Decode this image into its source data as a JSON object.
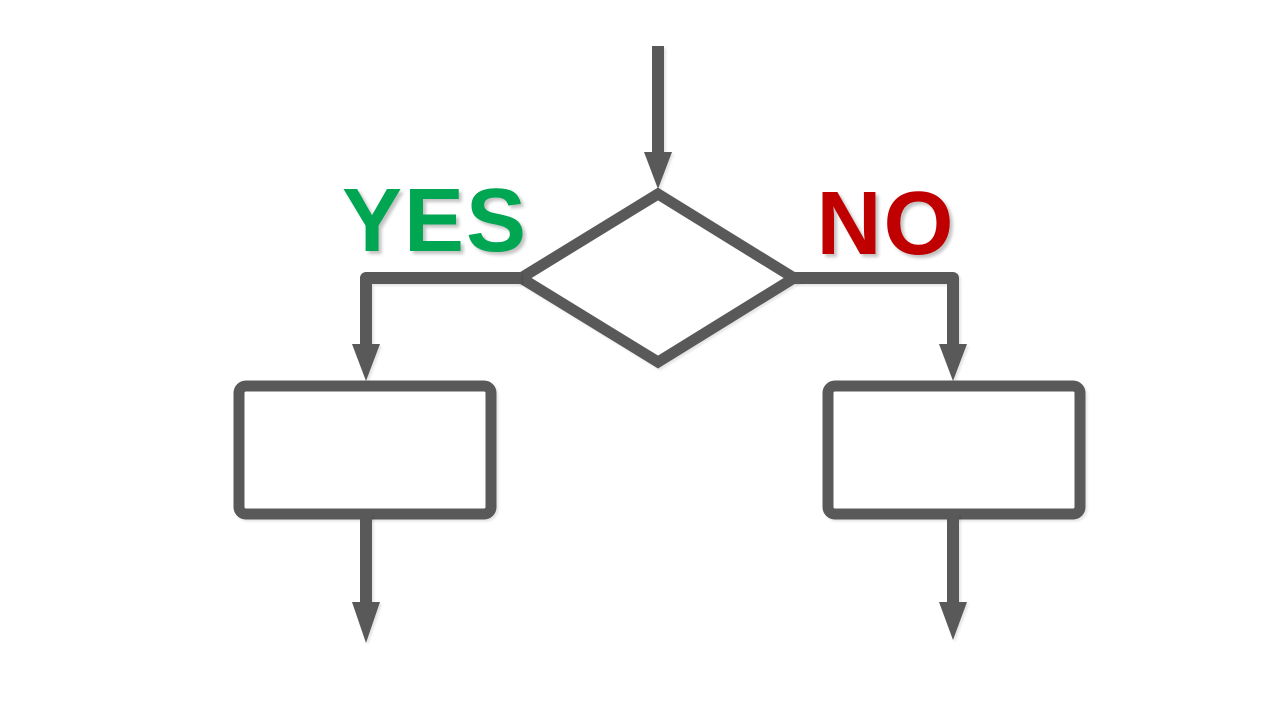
{
  "diagram": {
    "type": "flowchart",
    "labels": {
      "yes": "YES",
      "no": "NO"
    },
    "colors": {
      "line": "#595959",
      "yes_text": "#00A651",
      "no_text": "#C00000",
      "shape_fill": "#FFFFFF",
      "background": "#FFFFFF"
    },
    "nodes": [
      {
        "id": "decision",
        "shape": "diamond",
        "text": ""
      },
      {
        "id": "yes-branch-box",
        "shape": "rectangle",
        "text": ""
      },
      {
        "id": "no-branch-box",
        "shape": "rectangle",
        "text": ""
      }
    ],
    "connectors": [
      {
        "id": "entry-arrow",
        "to": "decision"
      },
      {
        "id": "yes-branch-arrow",
        "from": "decision",
        "to": "yes-branch-box",
        "label": "YES"
      },
      {
        "id": "no-branch-arrow",
        "from": "decision",
        "to": "no-branch-box",
        "label": "NO"
      },
      {
        "id": "yes-exit-arrow",
        "from": "yes-branch-box"
      },
      {
        "id": "no-exit-arrow",
        "from": "no-branch-box"
      }
    ]
  }
}
